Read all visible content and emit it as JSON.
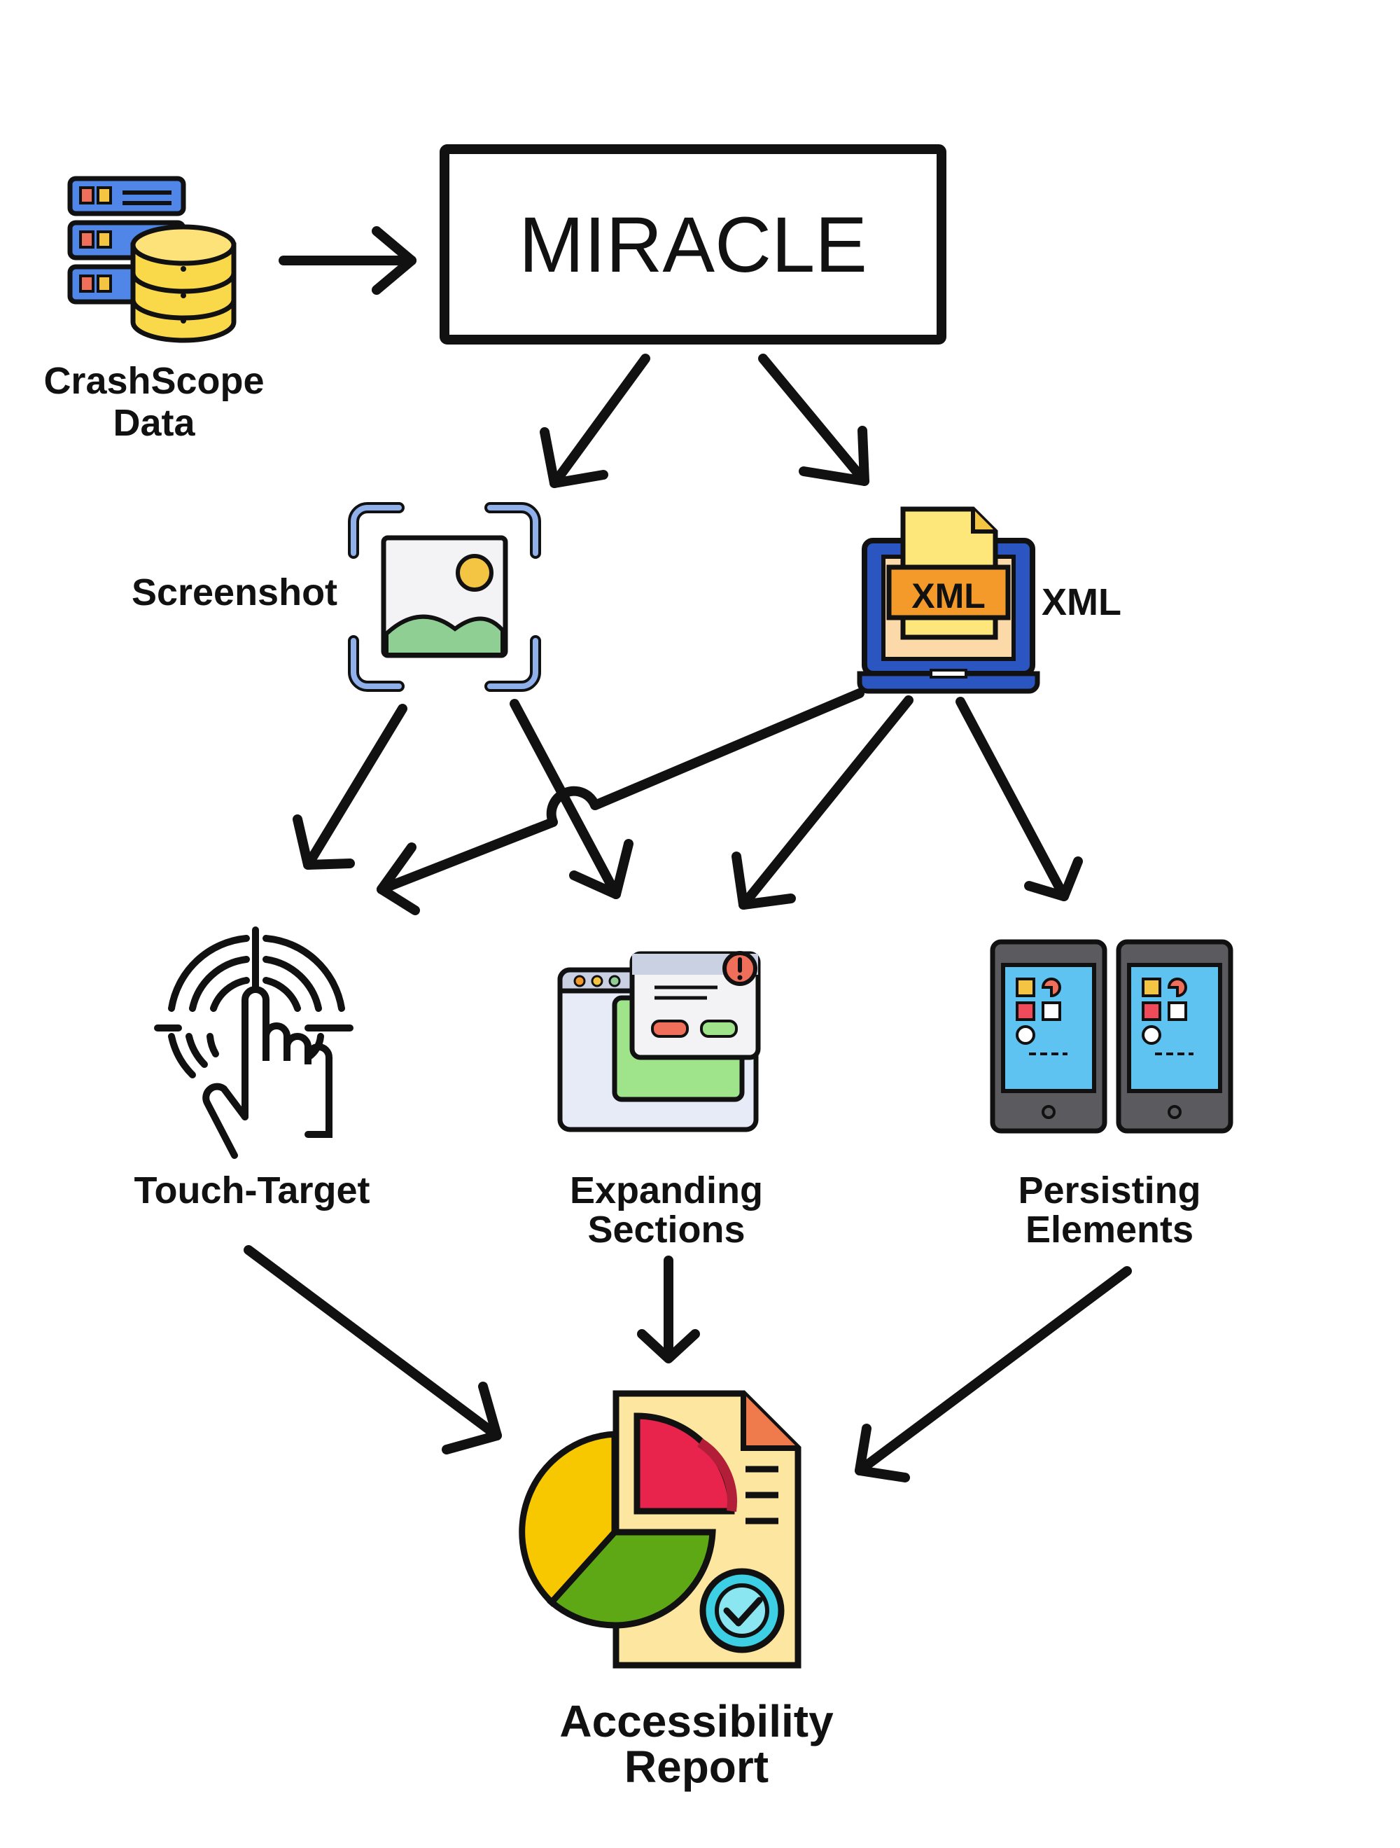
{
  "title": "MIRACLE",
  "nodes": {
    "source": [
      "CrashScope",
      "Data"
    ],
    "screenshot": "Screenshot",
    "xml": "XML",
    "xml_icon_text": "XML",
    "touch_target": "Touch-Target",
    "expanding": [
      "Expanding",
      "Sections"
    ],
    "persisting": [
      "Persisting",
      "Elements"
    ],
    "report": [
      "Accessibility",
      "Report"
    ]
  }
}
